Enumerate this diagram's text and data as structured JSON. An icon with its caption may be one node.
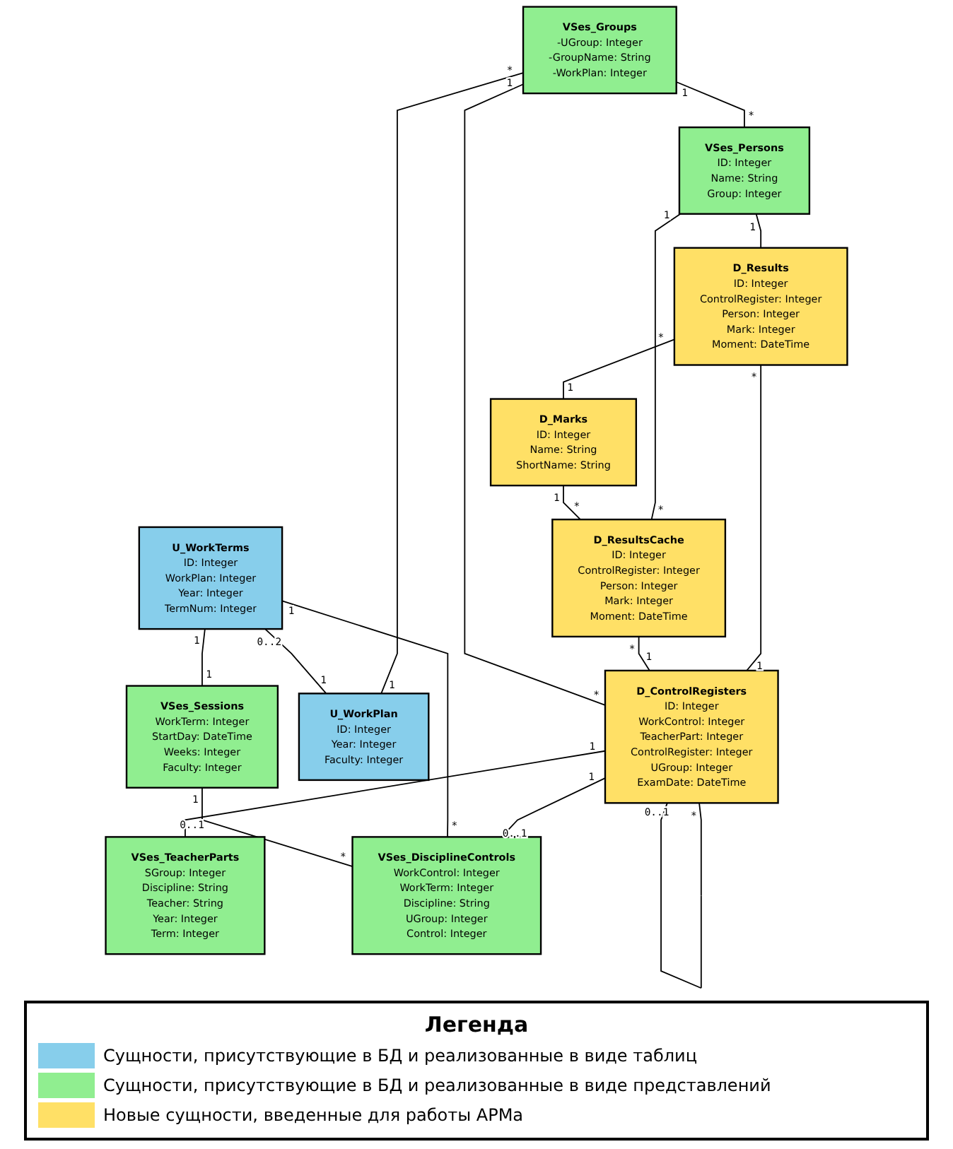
{
  "diagram": {
    "nodes": [
      {
        "text": [
          "VSes_Groups",
          "-UGroup: Integer",
          "-GroupName: String",
          "-WorkPlan: Integer"
        ]
      },
      {
        "text": [
          "VSes_Persons",
          "ID: Integer",
          "Name: String",
          "Group: Integer"
        ]
      },
      {
        "text": [
          "D_Results",
          "ID: Integer",
          "ControlRegister: Integer",
          "Person: Integer",
          "Mark: Integer",
          "Moment: DateTime"
        ]
      },
      {
        "text": [
          "D_Marks",
          "ID: Integer",
          "Name: String",
          "ShortName: String"
        ]
      },
      {
        "text": [
          "D_ResultsCache",
          "ID: Integer",
          "ControlRegister: Integer",
          "Person: Integer",
          "Mark: Integer",
          "Moment: DateTime"
        ]
      },
      {
        "text": [
          "D_ControlRegisters",
          "ID: Integer",
          "WorkControl: Integer",
          "TeacherPart: Integer",
          "ControlRegister: Integer",
          "UGroup: Integer",
          "ExamDate: DateTime"
        ]
      },
      {
        "text": [
          "VSes_TeacherParts",
          "SGroup: Integer",
          "Discipline: String",
          "Teacher: String",
          "Year: Integer",
          "Term: Integer"
        ]
      },
      {
        "text": [
          "U_WorkTerms",
          "ID: Integer",
          "WorkPlan: Integer",
          "Year: Integer",
          "TermNum: Integer"
        ]
      },
      {
        "text": [
          "U_WorkPlan",
          "ID: Integer",
          "Year: Integer",
          "Faculty: Integer"
        ]
      },
      {
        "text": [
          "VSes_Sessions",
          "WorkTerm: Integer",
          "StartDay: DateTime",
          "Weeks: Integer",
          "Faculty: Integer"
        ]
      },
      {
        "text": [
          "VSes_DisciplineControls",
          "WorkControl: Integer",
          "WorkTerm: Integer",
          "Discipline: String",
          "UGroup: Integer",
          "Control: Integer"
        ]
      }
    ],
    "edges": [
      {
        "from": 0,
        "to": 1,
        "arrow": "none"
      },
      {
        "from": 1,
        "to": 2,
        "arrow": "none"
      },
      {
        "from": 1,
        "to": 4,
        "arrow": "none"
      },
      {
        "from": 2,
        "to": 3,
        "arrow": "none"
      },
      {
        "from": 3,
        "to": 4,
        "arrow": "none"
      },
      {
        "from": 2,
        "to": 5,
        "arrow": "none"
      },
      {
        "from": 4,
        "to": 5,
        "arrow": "none"
      },
      {
        "from": 5,
        "to": 6,
        "arrow": "none"
      },
      {
        "from": 5,
        "to": 10,
        "arrow": "none"
      },
      {
        "from": 5,
        "to": 5,
        "arrow": "none"
      },
      {
        "from": 0,
        "to": 5,
        "arrow": "none"
      },
      {
        "from": 0,
        "to": 8,
        "arrow": "none"
      },
      {
        "from": 7,
        "to": 8,
        "arrow": "none"
      },
      {
        "from": 7,
        "to": 10,
        "arrow": "none"
      },
      {
        "from": 7,
        "to": 9,
        "arrow": "none"
      },
      {
        "from": 9,
        "to": 10,
        "arrow": "none"
      }
    ],
    "labels": [
      "1",
      "*",
      "1",
      "1",
      "*",
      "*",
      "1",
      "1",
      "*",
      "*",
      "1",
      "*",
      "1",
      "1",
      "0..1",
      "1",
      "0..1",
      "*",
      "0..1",
      "1",
      "*",
      "*",
      "1",
      "0..2",
      "1",
      "1",
      "*",
      "1",
      "1",
      "1",
      "*",
      "Легенда"
    ],
    "legend": [
      {
        "text": "Сущности, присутствующие в БД и реализованные в виде таблиц",
        "color": "#87ceeb"
      },
      {
        "text": "Сущности, присутствующие в БД и реализованные в виде представлений",
        "color": "#90ee90"
      },
      {
        "text": "Новые сущности, введенные для работы АРМа",
        "color": "#ffe066"
      }
    ]
  }
}
